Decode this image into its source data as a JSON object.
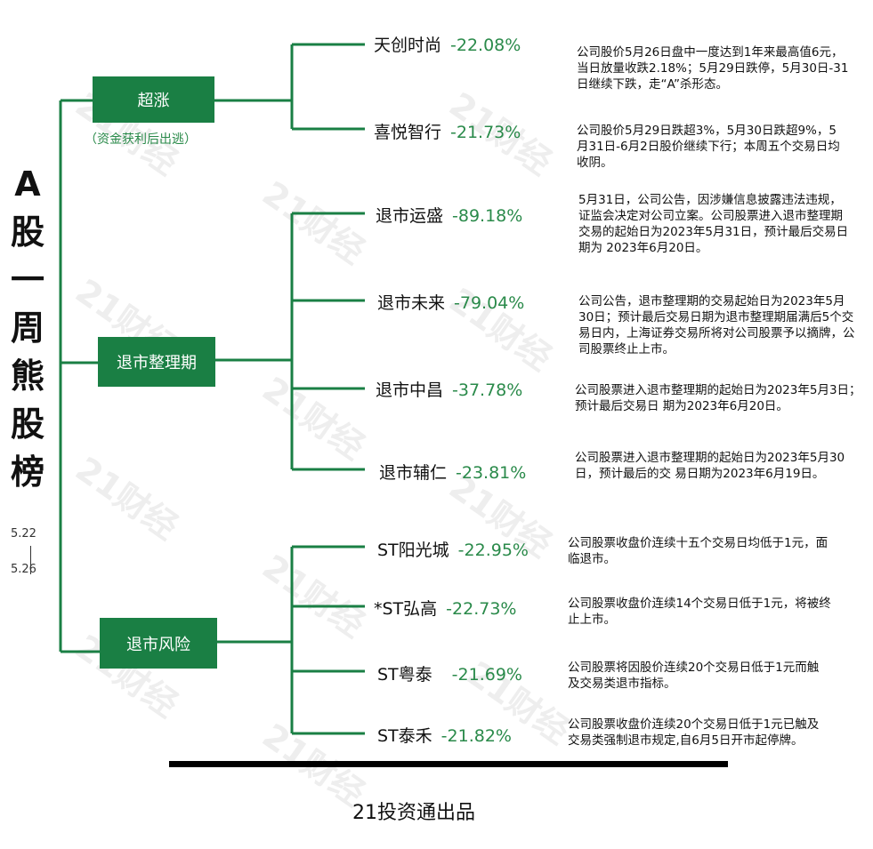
{
  "title": "A股一周熊股榜",
  "date_range": {
    "start": "5.22",
    "end": "5.26"
  },
  "watermark": "21财经",
  "footer": "21投资通出品",
  "categories": [
    {
      "label": "超涨",
      "sublabel": "（资金获利后出逃）",
      "stocks": [
        {
          "name": "天创时尚",
          "change": "-22.08%",
          "desc": "公司股价5月26日盘中一度达到1年来最高值6元，当日放量收跌2.18%；5月29日跌停，5月30日-31日继续下跌，走“A”杀形态。"
        },
        {
          "name": "喜悦智行",
          "change": "-21.73%",
          "desc": "公司股价5月29日跌超3%，5月30日跌超9%，5月31日-6月2日股价继续下行；本周五个交易日均收阴。"
        }
      ]
    },
    {
      "label": "退市整理期",
      "sublabel": "",
      "stocks": [
        {
          "name": "退市运盛",
          "change": "-89.18%",
          "desc": "5月31日，公司公告，因涉嫌信息披露违法违规，证监会决定对公司立案。公司股票进入退市整理期交易的起始日为2023年5月31日，预计最后交易日期为 2023年6月20日。"
        },
        {
          "name": "退市未来",
          "change": "-79.04%",
          "desc": "公司公告，退市整理期的交易起始日为2023年5月30日；预计最后交易日期为退市整理期届满后5个交易日内，上海证券交易所将对公司股票予以摘牌，公司股票终止上市。"
        },
        {
          "name": "退市中昌",
          "change": "-37.78%",
          "desc": "公司股票进入退市整理期的起始日为2023年5月3日；预计最后交易日 期为2023年6月20日。"
        },
        {
          "name": "退市辅仁",
          "change": "-23.81%",
          "desc": "公司股票进入退市整理期的起始日为2023年5月30日，预计最后的交 易日期为2023年6月19日。"
        }
      ]
    },
    {
      "label": "退市风险",
      "sublabel": "",
      "stocks": [
        {
          "name": "ST阳光城",
          "change": "-22.95%",
          "desc": "公司股票收盘价连续十五个交易日均低于1元，面临退市。"
        },
        {
          "name": "*ST弘高",
          "change": "-22.73%",
          "desc": "公司股票收盘价连续14个交易日低于1元，将被终止上市。"
        },
        {
          "name": "ST粤泰",
          "change": "-21.69%",
          "desc": "公司股票将因股价连续20个交易日低于1元而触及交易类退市指标。"
        },
        {
          "name": "ST泰禾",
          "change": "-21.82%",
          "desc": "公司股票收盘价连续20个交易日低于1元已触及交易类强制退市规定,自6月5日开市起停牌。"
        }
      ]
    }
  ],
  "colors": {
    "accent": "#1a7f44",
    "change_text": "#2a8a4a",
    "line": "#1a7f44"
  }
}
